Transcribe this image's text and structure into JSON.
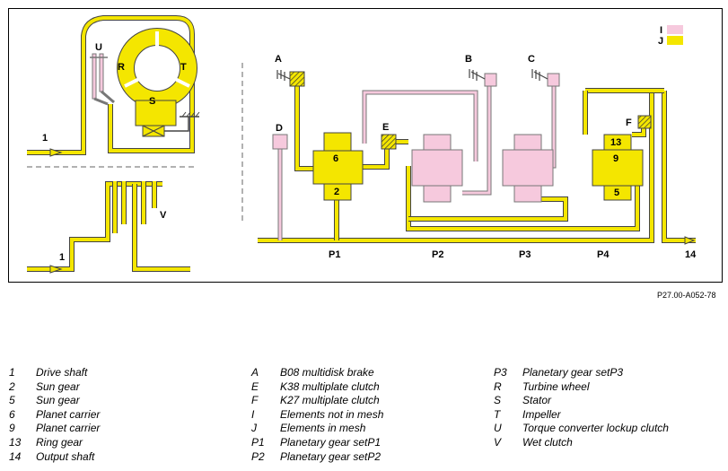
{
  "colors": {
    "yellow": "#f4e600",
    "pink": "#f6c9dd",
    "outline": "#444444",
    "frame": "#000000"
  },
  "diagram_labels": {
    "U": "U",
    "R": "R",
    "T": "T",
    "S": "S",
    "V": "V",
    "one_top": "1",
    "one_bottom": "1",
    "A": "A",
    "B": "B",
    "C": "C",
    "D": "D",
    "E": "E",
    "F": "F",
    "g6": "6",
    "g2": "2",
    "g13": "13",
    "g9": "9",
    "g5": "5",
    "P1": "P1",
    "P2": "P2",
    "P3": "P3",
    "P4": "P4",
    "n14": "14",
    "I": "I",
    "J": "J"
  },
  "reference": "P27.00-A052-78",
  "legend": [
    [
      {
        "key": "1",
        "text": "Drive shaft"
      },
      {
        "key": "2",
        "text": "Sun gear"
      },
      {
        "key": "5",
        "text": "Sun gear"
      },
      {
        "key": "6",
        "text": "Planet carrier"
      },
      {
        "key": "9",
        "text": "Planet carrier"
      },
      {
        "key": "13",
        "text": "Ring gear"
      },
      {
        "key": "14",
        "text": "Output shaft"
      }
    ],
    [
      {
        "key": "A",
        "text": "B08 multidisk brake"
      },
      {
        "key": "E",
        "text": "K38 multiplate clutch"
      },
      {
        "key": "F",
        "text": "K27 multiplate clutch"
      },
      {
        "key": "I",
        "text": "Elements not in mesh"
      },
      {
        "key": "J",
        "text": "Elements in mesh"
      },
      {
        "key": "P1",
        "text": "Planetary gear setP1"
      },
      {
        "key": "P2",
        "text": "Planetary gear setP2"
      }
    ],
    [
      {
        "key": "P3",
        "text": "Planetary gear setP3"
      },
      {
        "key": "R",
        "text": "Turbine wheel"
      },
      {
        "key": "S",
        "text": "Stator"
      },
      {
        "key": "T",
        "text": "Impeller"
      },
      {
        "key": "U",
        "text": "Torque converter lockup clutch"
      },
      {
        "key": "V",
        "text": "Wet clutch"
      }
    ]
  ]
}
